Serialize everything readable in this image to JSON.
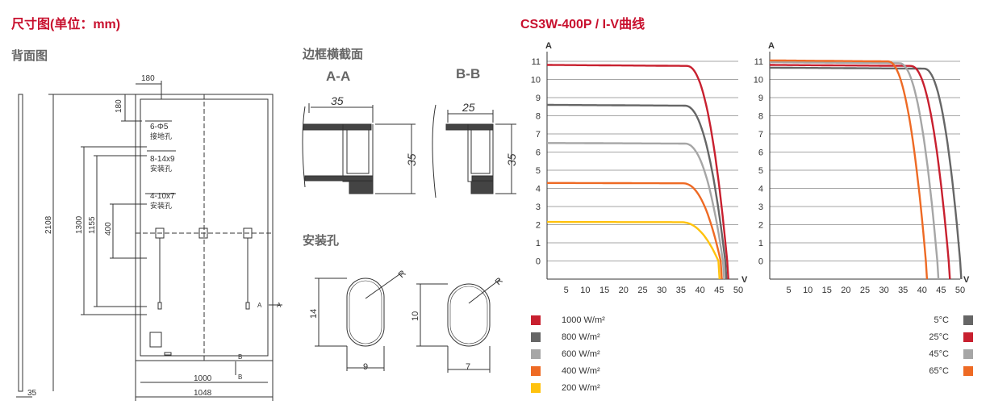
{
  "titles": {
    "dimension": "尺寸图(单位：mm)",
    "back_view": "背面图",
    "frame_section": "边框横截面",
    "section_aa": "A-A",
    "section_bb": "B-B",
    "mount_hole": "安装孔",
    "chart": "CS3W-400P / I-V曲线"
  },
  "back_view": {
    "dim_180_top": "180",
    "dim_180_side": "180",
    "hole_ground_spec": "6-Φ5",
    "hole_ground_label": "接地孔",
    "hole_mount1_spec": "8-14x9",
    "hole_mount1_label": "安装孔",
    "hole_mount2_spec": "4-10x7",
    "hole_mount2_label": "安装孔",
    "dim_2108": "2108",
    "dim_1300": "1300",
    "dim_1155": "1155",
    "dim_400": "400",
    "dim_1000": "1000",
    "dim_1048": "1048",
    "dim_35": "35",
    "marker_a": "A",
    "marker_b": "B"
  },
  "sections": {
    "aa_width": "35",
    "aa_height": "35",
    "bb_width": "25",
    "bb_height": "35"
  },
  "holes": {
    "large_r": "R",
    "large_h": "14",
    "large_w": "9",
    "small_r": "R",
    "small_h": "10",
    "small_w": "7"
  },
  "chart_data": [
    {
      "type": "line",
      "title": "",
      "xlabel": "V",
      "ylabel": "A",
      "xlim": [
        0,
        50
      ],
      "ylim": [
        -1,
        11
      ],
      "x_ticks": [
        5,
        10,
        15,
        20,
        25,
        30,
        35,
        40,
        45,
        50
      ],
      "y_ticks": [
        0,
        1,
        2,
        3,
        4,
        5,
        6,
        7,
        8,
        9,
        10,
        11
      ],
      "series": [
        {
          "name": "1000 W/m²",
          "color": "#c8202f",
          "isc": 10.8,
          "voc": 47.1,
          "knee": 36.5
        },
        {
          "name": "800 W/m²",
          "color": "#666666",
          "isc": 8.6,
          "voc": 46.6,
          "knee": 36.0
        },
        {
          "name": "600 W/m²",
          "color": "#a6a6a6",
          "isc": 6.5,
          "voc": 46.0,
          "knee": 36.0
        },
        {
          "name": "400 W/m²",
          "color": "#ee6a24",
          "isc": 4.3,
          "voc": 45.4,
          "knee": 35.5
        },
        {
          "name": "200 W/m²",
          "color": "#ffc20e",
          "isc": 2.15,
          "voc": 44.8,
          "knee": 35.0
        }
      ]
    },
    {
      "type": "line",
      "title": "",
      "xlabel": "V",
      "ylabel": "A",
      "xlim": [
        0,
        50
      ],
      "ylim": [
        -1,
        11
      ],
      "x_ticks": [
        5,
        10,
        15,
        20,
        25,
        30,
        35,
        40,
        45,
        50
      ],
      "y_ticks": [
        0,
        1,
        2,
        3,
        4,
        5,
        6,
        7,
        8,
        9,
        10,
        11
      ],
      "series": [
        {
          "name": "5°C",
          "color": "#666666",
          "isc": 10.65,
          "voc": 50.0,
          "knee": 40.5
        },
        {
          "name": "25°C",
          "color": "#c8202f",
          "isc": 10.8,
          "voc": 47.0,
          "knee": 37.0
        },
        {
          "name": "45°C",
          "color": "#a6a6a6",
          "isc": 10.95,
          "voc": 44.0,
          "knee": 34.0
        },
        {
          "name": "65°C",
          "color": "#ee6a24",
          "isc": 11.05,
          "voc": 41.0,
          "knee": 31.0
        }
      ]
    }
  ]
}
